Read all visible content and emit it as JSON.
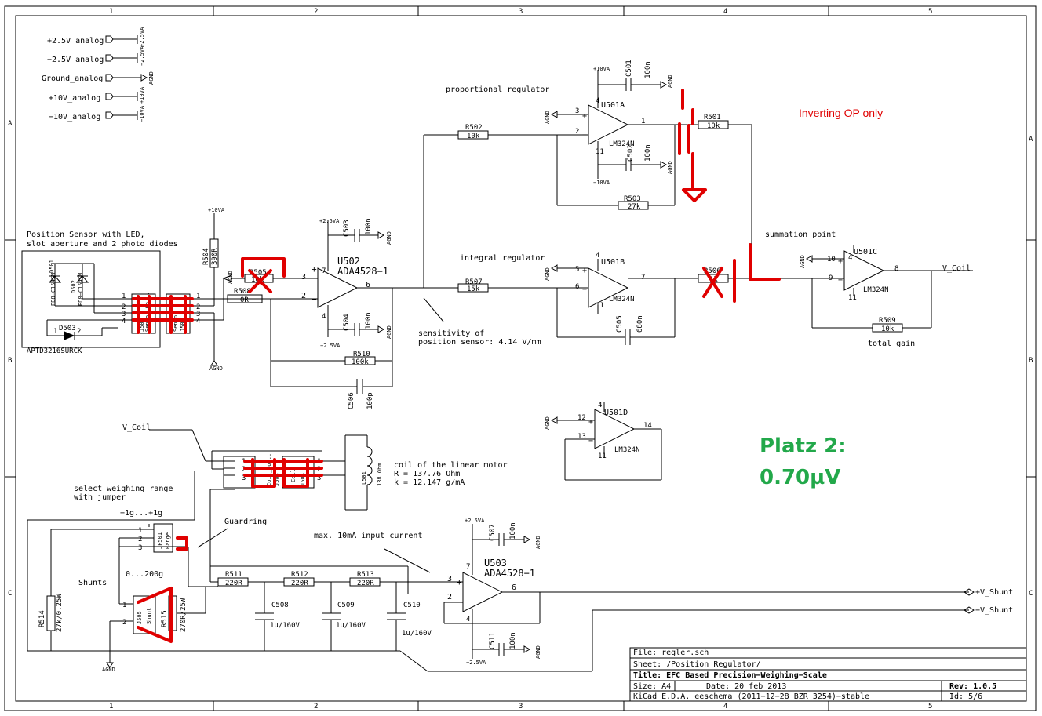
{
  "frame": {
    "columns": [
      "1",
      "2",
      "3",
      "4",
      "5"
    ],
    "rows": [
      "A",
      "B",
      "C"
    ]
  },
  "power_labels": [
    "+2.5V_analog",
    "−2.5V_analog",
    "Ground_analog",
    "+10V_analog",
    "−10V_analog"
  ],
  "power_symbols": [
    "+2.5VA",
    "−2.5VA",
    "AGND",
    "+10VA",
    "−10VA"
  ],
  "power_net": {
    "p25": "+2.5VA",
    "m25": "−2.5VA",
    "p10": "+10VA",
    "m10": "−10VA",
    "agnd": "AGND"
  },
  "texts": {
    "position_sensor": "Position Sensor with LED,",
    "position_sensor2": "slot aperture and 2 photo diodes",
    "proportional": "proportional regulator",
    "integral": "integral regulator",
    "summation": "summation point",
    "total_gain": "total gain",
    "sensitivity1": "sensitivity of",
    "sensitivity2": "position sensor: 4.14 V/mm",
    "coil1": "coil of the linear motor",
    "coil2": "R = 137.76 Ohm",
    "coil3": "k = 12.147 g/mA",
    "weigh1": "select weighing range",
    "weigh2": "with jumper",
    "range1": "−1g...+1g",
    "range2": "0...200g",
    "shunts": "Shunts",
    "guardring": "Guardring",
    "max_current": "max. 10mA input current",
    "v_coil": "V_Coil",
    "v_coil2": "V_Coil",
    "v_shunt_p": "+V_Shunt",
    "v_shunt_m": "−V_Shunt"
  },
  "components": {
    "R501": {
      "ref": "R501",
      "value": "10k"
    },
    "R502": {
      "ref": "R502",
      "value": "10k"
    },
    "R503": {
      "ref": "R503",
      "value": "27k"
    },
    "R504": {
      "ref": "R504",
      "value": "390R"
    },
    "R505": {
      "ref": "R505",
      "value": "10k"
    },
    "R506": {
      "ref": "R506",
      "value": "1k"
    },
    "R507": {
      "ref": "R507",
      "value": "15k"
    },
    "R508": {
      "ref": "R508",
      "value": "0R"
    },
    "R509": {
      "ref": "R509",
      "value": "10k"
    },
    "R510": {
      "ref": "R510",
      "value": "100k"
    },
    "R511": {
      "ref": "R511",
      "value": "220R"
    },
    "R512": {
      "ref": "R512",
      "value": "220R"
    },
    "R513": {
      "ref": "R513",
      "value": "220R"
    },
    "R514": {
      "ref": "R514",
      "value": "27k/0.25W"
    },
    "R515": {
      "ref": "R515",
      "value": "270R/25W"
    },
    "C501": {
      "ref": "C501",
      "value": "100n"
    },
    "C502": {
      "ref": "C502",
      "value": "100n"
    },
    "C503": {
      "ref": "C503",
      "value": "100n"
    },
    "C504": {
      "ref": "C504",
      "value": "100n"
    },
    "C505": {
      "ref": "C505",
      "value": "680n"
    },
    "C506": {
      "ref": "C506",
      "value": "100p"
    },
    "C507": {
      "ref": "C507",
      "value": "100n"
    },
    "C508": {
      "ref": "C508",
      "value": "1u/160V"
    },
    "C509": {
      "ref": "C509",
      "value": "1u/160V"
    },
    "C510": {
      "ref": "C510",
      "value": "1u/160V"
    },
    "C511": {
      "ref": "C511",
      "value": "100n"
    },
    "U501A": {
      "ref": "U501A",
      "value": "LM324N"
    },
    "U501B": {
      "ref": "U501B",
      "value": "LM324N"
    },
    "U501C": {
      "ref": "U501C",
      "value": "LM324N"
    },
    "U501D": {
      "ref": "U501D",
      "value": "LM324N"
    },
    "U502": {
      "ref": "U502",
      "value": "ADA4528−1"
    },
    "U503": {
      "ref": "U503",
      "value": "ADA4528−1"
    },
    "D501": {
      "ref": "D501",
      "value": "PD8−C154SM"
    },
    "D502": {
      "ref": "D502",
      "value": "PD8−C154SM"
    },
    "D503": {
      "ref": "D503",
      "value": "APTD3216SURCK"
    },
    "J501": {
      "ref": "J501",
      "value": "Sensor_Co..."
    },
    "J502": {
      "ref": "J502",
      "value": "Sensor"
    },
    "J503": {
      "ref": "J503",
      "value": "Coil_Mot.."
    },
    "J504": {
      "ref": "J504",
      "value": "Coil"
    },
    "J505": {
      "ref": "J505",
      "value": "Shunt"
    },
    "JP501": {
      "ref": "JP501",
      "value": "Range"
    },
    "L501": {
      "ref": "L501",
      "value": "138 Ohm"
    }
  },
  "annotations": {
    "inverting": "Inverting OP only",
    "platz1": "Platz 2:",
    "platz2": "0.70µV"
  },
  "title_block": {
    "file": "File: regler.sch",
    "sheet": "Sheet: /Position Regulator/",
    "title": "Title: EFC Based Precision−Weighing−Scale",
    "size": "Size: A4",
    "date": "Date: 20 feb 2013",
    "rev": "Rev: 1.0.5",
    "kicad": "KiCad E.D.A.  eeschema (2011−12−28 BZR 3254)−stable",
    "id": "Id: 5/6"
  },
  "colors": {
    "markup_red": "#e00000",
    "note_green": "#22a84a"
  }
}
